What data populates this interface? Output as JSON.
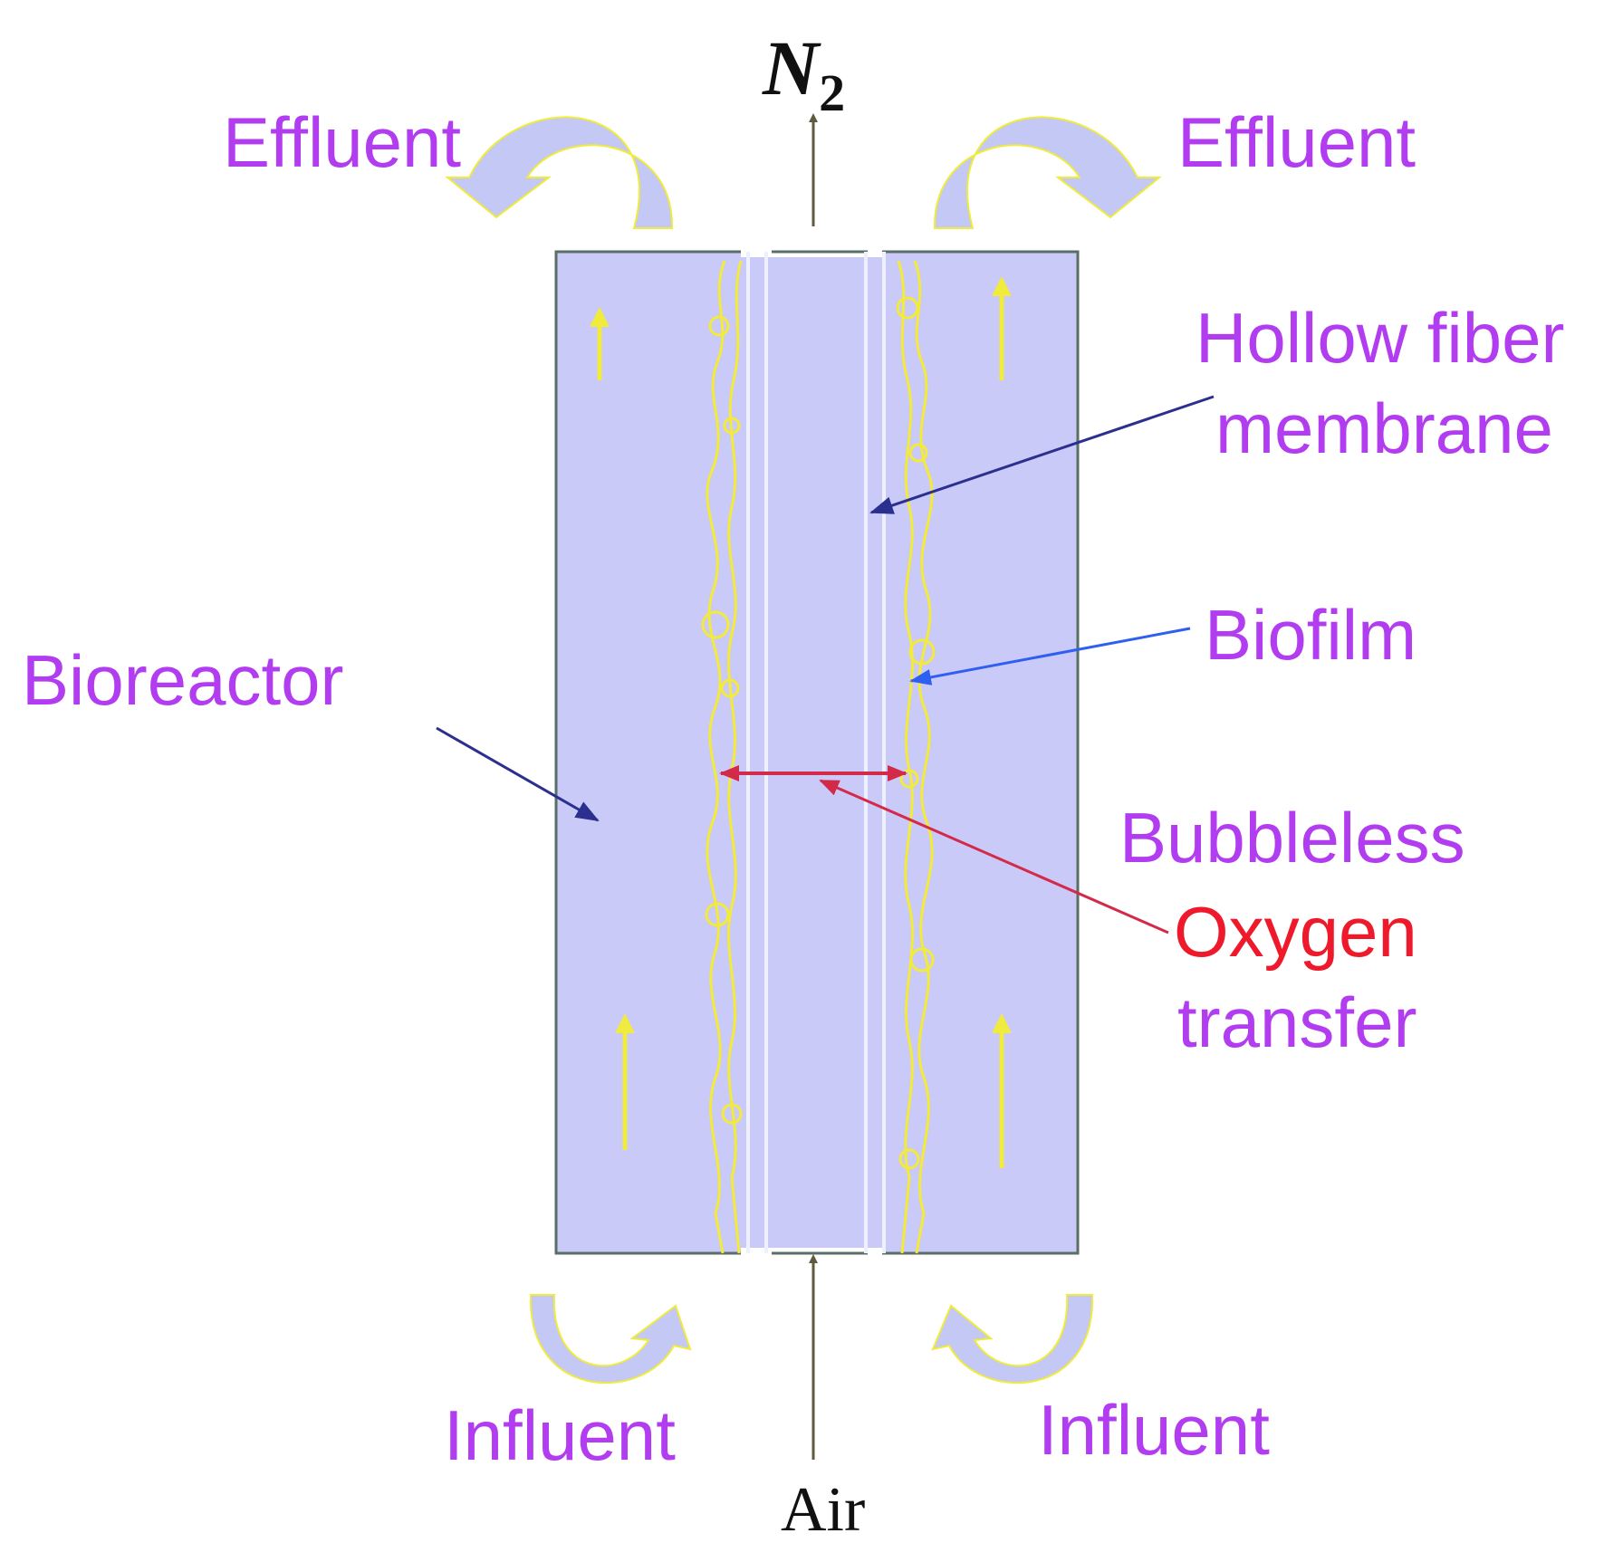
{
  "labels": {
    "n2_symbol": "N",
    "n2_subscript": "2",
    "effluent_left": "Effluent",
    "effluent_right": "Effluent",
    "hollow_fiber_line1": "Hollow fiber",
    "hollow_fiber_line2": "membrane",
    "biofilm": "Biofilm",
    "bioreactor": "Bioreactor",
    "bubbleless_line1": "Bubbleless",
    "bubbleless_line2": "Oxygen",
    "bubbleless_line3": "transfer",
    "influent_left": "Influent",
    "influent_right": "Influent",
    "air": "Air"
  },
  "colors": {
    "label_purple": "#b23cf0",
    "label_red": "#ee1a2c",
    "reactor_fill": "#c9caf8",
    "reactor_border": "#596e66",
    "biofilm_yellow": "#f3ea3a",
    "flow_yellow": "#f0eb3c",
    "curved_arrow_fill": "#c3c8f4",
    "pointer_navy": "#2b2f8e",
    "pointer_blue": "#2f5ff0",
    "pointer_red": "#d42a4a",
    "gas_arrow": "#5f5a40"
  }
}
